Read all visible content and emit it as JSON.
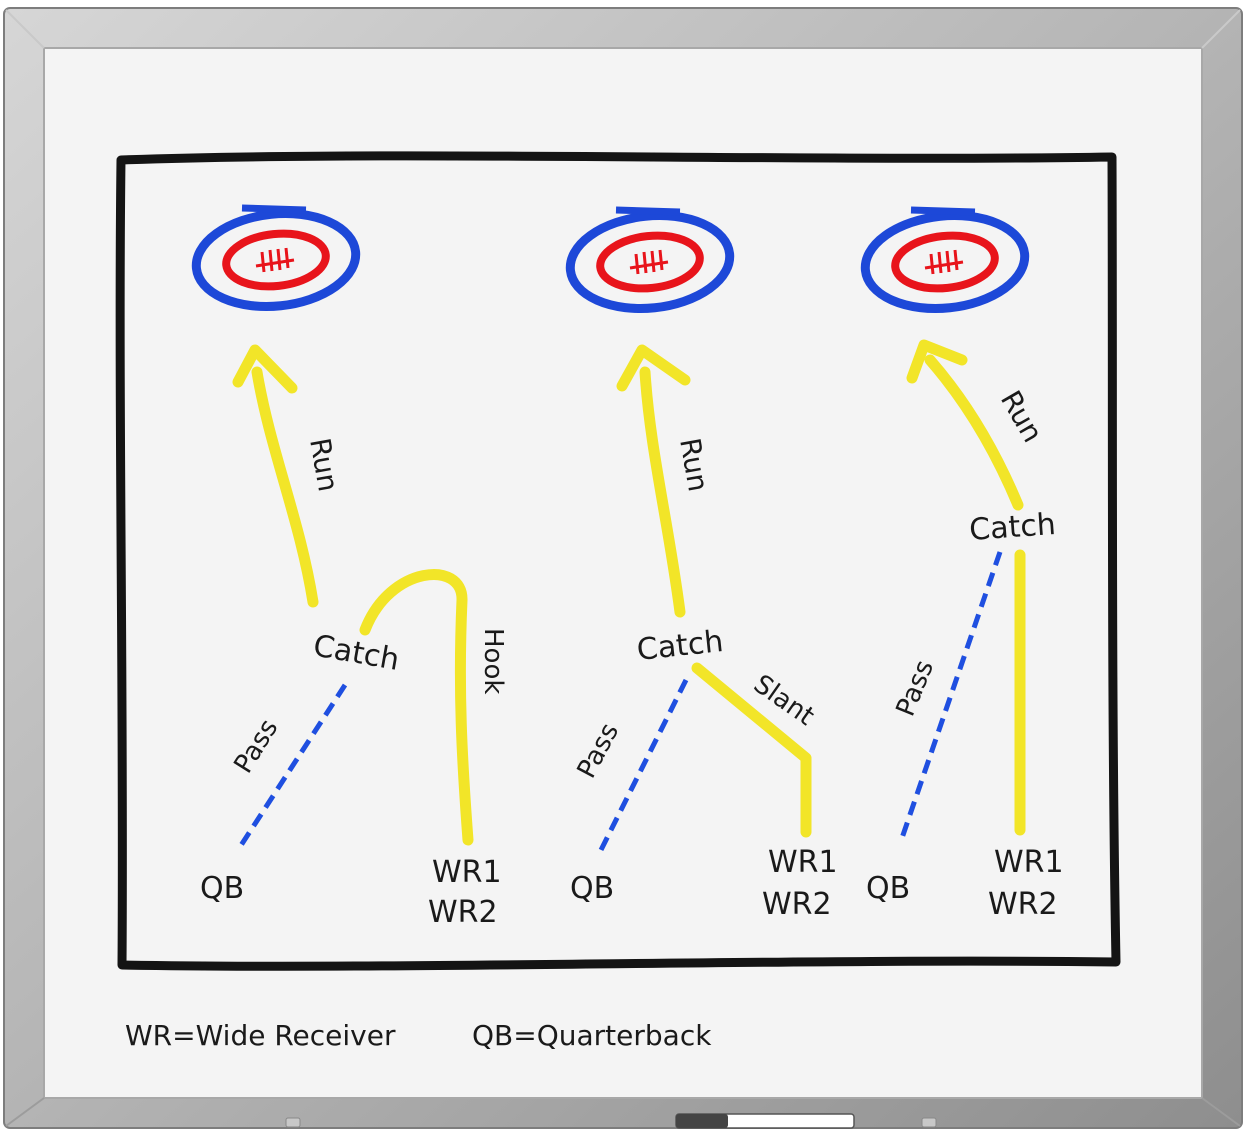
{
  "colors": {
    "frame_outer": "#9a9a9a",
    "frame_inner": "#e4e4e4",
    "board": "#f4f4f4",
    "ink": "#141414",
    "route": "#f2e528",
    "pass": "#1f4fe0",
    "goal_outer": "#1d48d8",
    "goal_inner": "#e8141b"
  },
  "plays": [
    {
      "qb": "QB",
      "receivers": [
        "WR1",
        "WR2"
      ],
      "route_label": "Hook",
      "pass_label": "Pass",
      "catch_label": "Catch",
      "run_label": "Run"
    },
    {
      "qb": "QB",
      "receivers": [
        "WR1",
        "WR2"
      ],
      "route_label": "Slant",
      "pass_label": "Pass",
      "catch_label": "Catch",
      "run_label": "Run"
    },
    {
      "qb": "QB",
      "receivers": [
        "WR1",
        "WR2"
      ],
      "route_label": "",
      "pass_label": "Pass",
      "catch_label": "Catch",
      "run_label": "Run"
    }
  ],
  "legend": {
    "wr": "WR=Wide Receiver",
    "qb": "QB=Quarterback"
  }
}
